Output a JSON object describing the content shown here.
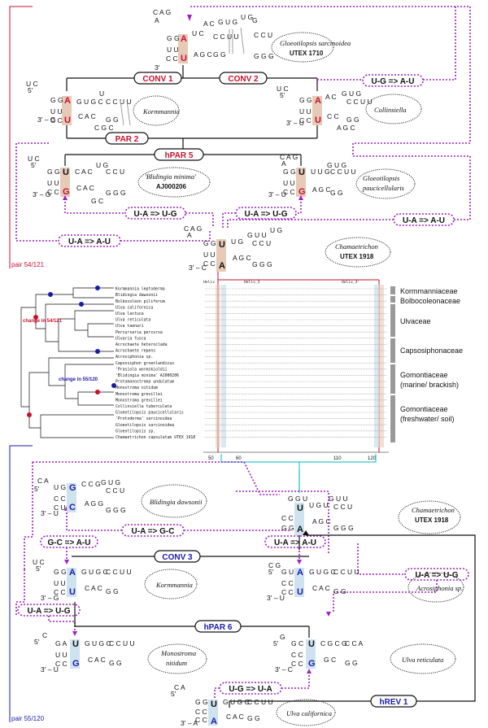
{
  "colors": {
    "red": "#c8102e",
    "blue": "#1a1aa8",
    "purple": "#a020c0",
    "cyan": "#30c8d0",
    "beige": "#e7c9b8",
    "lightblue": "#cfe2ef",
    "grey": "#9a9a9a"
  },
  "labels": {
    "pair_top": "pair 54/121",
    "pair_bottom": "pair 55/120",
    "change_54": "change in 54/121",
    "change_55": "change in 55/120",
    "five_prime": "5'",
    "three_prime": "3'"
  },
  "events": {
    "conv1": "CONV 1",
    "conv2": "CONV 2",
    "par2": "PAR 2",
    "hpar5": "hPAR 5",
    "conv3": "CONV 3",
    "hpar6": "hPAR 6",
    "hrev1": "hREV 1"
  },
  "substitutions": {
    "s1": "U-G => A-U",
    "s2": "U-A => U-G",
    "s3": "U-A => U-G",
    "s4": "U-A => A-U",
    "s5": "U-A => A-U",
    "s6": "U-A => G-C",
    "s7": "G-C => A-U",
    "s8": "U-A => A-U",
    "s9": "U-A => U-G",
    "s10": "U-A => U-G",
    "s11": "U-G => U-A"
  },
  "species": {
    "gsarc": "Gloeotilopsis sarcinoidea",
    "gsarc_strain": "UTEX 1710",
    "korm": "Kormmannia",
    "coll": "Collinsiella",
    "blid": "'Blidingia minima'",
    "blid_strain": "AJ000206",
    "gpauc1": "Gloeotilopsis",
    "gpauc2": "paucicellularis",
    "cham": "Chamaetrichon",
    "cham_strain": "UTEX 1918",
    "blidd": "Blidingia dawsonii",
    "acro": "Acrosiphonia sp.",
    "mono1": "Monostroma",
    "mono2": "nitidum",
    "ulvret": "Ulva reticulata",
    "ulvcal": "Ulva californica"
  },
  "alignment": {
    "header_helix": "Helix",
    "header_helix3": "Helix_3",
    "header_helix3b": "Helix_3'",
    "taxa": [
      "Kormmannia leptoderma",
      "Blidingia dawsonii",
      "Bolbocoleon piliferum",
      "Ulva californica",
      "Ulva lactuca",
      "Ulva reticulata",
      "Ulva taenari",
      "Percursaria percursa",
      "Ulvaria fusca",
      "Acrochaete heteroclada",
      "Acrochaete repens",
      "Acrosiphonia sp.",
      "Capsosiphon groenlandicus",
      "'Prasiola wormskioldii",
      "'Blidingia minima' AJ000206",
      "Protomonostroma undulatum",
      "Monostroma nitidum",
      "Monostroma grevillei",
      "Monostroma grevillei",
      "Collinsiella tuberculata",
      "Gloeotilopsis paucicellularis",
      "'Protoderma' sarcinoidea",
      "Gloeotilopsis sarcinoidea",
      "Gloeotilopsis sp.",
      "Chamaetrichon capsulatum UTEX 1918"
    ],
    "axis_ticks": [
      "50",
      "60",
      "110",
      "120"
    ]
  },
  "families": [
    "Kormmanniaceae",
    "Bolbocoleonaceae",
    "Ulvaceae",
    "Capsosiphonaceae",
    "Gomontiaceae",
    "(marine/ brackish)",
    "Gomontiaceae",
    "(freshwater/ soil)"
  ]
}
